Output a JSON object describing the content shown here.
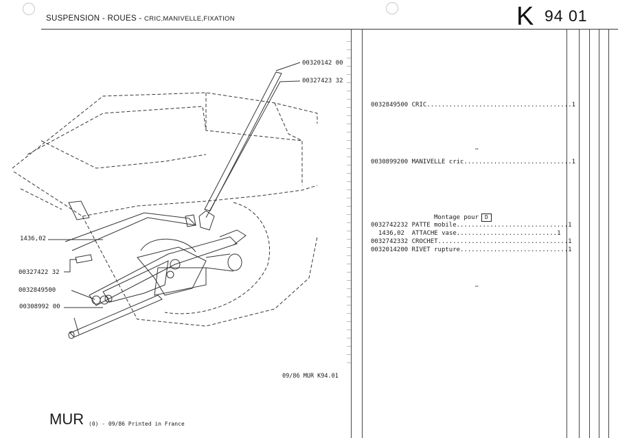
{
  "header": {
    "title_main": "SUSPENSION - ROUES - ",
    "title_sub": "CRIC,MANIVELLE,FIXATION",
    "section_letter": "K",
    "section_number": "94 01"
  },
  "callouts": {
    "c1": "00320142 00",
    "c2": "00327423 32",
    "c3": "1436,02",
    "c4": "00327422 32",
    "c5": "0032849500",
    "c6": "00308992 00"
  },
  "parts": [
    {
      "line": "0032849500 CRIC.......................................1"
    },
    {
      "line": "0030899200 MANIVELLE cric.............................1"
    },
    {
      "line": "0032742232 PATTE mobile..............................1"
    },
    {
      "line": "1436,02  ATTACHE vase...........................1"
    },
    {
      "line": "0032742332 CROCHET...................................1"
    },
    {
      "line": "0032014200 RIVET rupture.............................1"
    }
  ],
  "montage": {
    "label": "Montage pour",
    "code": "D"
  },
  "footer": {
    "ref": "09/86  MUR  K94.01",
    "model": "MUR",
    "printed": "(0) - 09/86 Printed in France"
  }
}
